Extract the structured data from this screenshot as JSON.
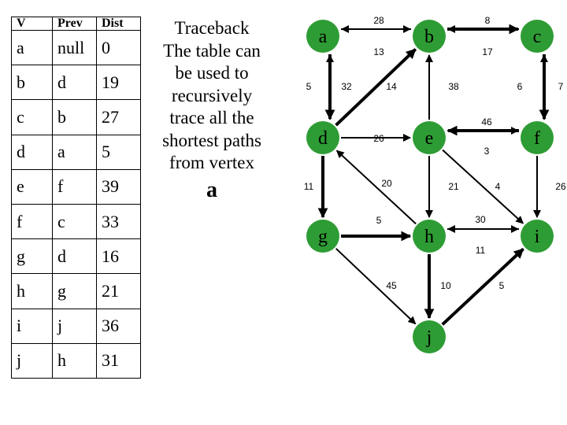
{
  "table": {
    "headers": [
      "V",
      "Prev",
      "Dist"
    ],
    "rows": [
      [
        "a",
        "null",
        "0"
      ],
      [
        "b",
        "d",
        "19"
      ],
      [
        "c",
        "b",
        "27"
      ],
      [
        "d",
        "a",
        "5"
      ],
      [
        "e",
        "f",
        "39"
      ],
      [
        "f",
        "c",
        "33"
      ],
      [
        "g",
        "d",
        "16"
      ],
      [
        "h",
        "g",
        "21"
      ],
      [
        "i",
        "j",
        "36"
      ],
      [
        "j",
        "h",
        "31"
      ]
    ]
  },
  "caption": {
    "lines": [
      "Traceback",
      "The table can",
      "be used to",
      "recursively",
      "trace all the",
      "shortest paths",
      "from vertex"
    ],
    "vertex": "a"
  },
  "graph": {
    "node_color": "#2e9c34",
    "nodes": [
      {
        "id": "a",
        "label": "a"
      },
      {
        "id": "b",
        "label": "b"
      },
      {
        "id": "c",
        "label": "c"
      },
      {
        "id": "d",
        "label": "d"
      },
      {
        "id": "e",
        "label": "e"
      },
      {
        "id": "f",
        "label": "f"
      },
      {
        "id": "g",
        "label": "g"
      },
      {
        "id": "h",
        "label": "h"
      },
      {
        "id": "i",
        "label": "i"
      },
      {
        "id": "j",
        "label": "j"
      }
    ],
    "edges": [
      {
        "from": "a",
        "to": "b",
        "weight": "28",
        "bold": false
      },
      {
        "from": "b",
        "to": "a",
        "weight": "13",
        "bold": false
      },
      {
        "from": "b",
        "to": "c",
        "weight": "8",
        "bold": true
      },
      {
        "from": "c",
        "to": "b",
        "weight": "17",
        "bold": false
      },
      {
        "from": "a",
        "to": "d",
        "weight": "5",
        "bold": true
      },
      {
        "from": "d",
        "to": "a",
        "weight": "32",
        "bold": false
      },
      {
        "from": "d",
        "to": "b",
        "weight": "14",
        "bold": true
      },
      {
        "from": "e",
        "to": "b",
        "weight": "38",
        "bold": false
      },
      {
        "from": "f",
        "to": "c",
        "weight": "6",
        "bold": false
      },
      {
        "from": "c",
        "to": "f",
        "weight": "7",
        "bold": true
      },
      {
        "from": "d",
        "to": "e",
        "weight": "26",
        "bold": false
      },
      {
        "from": "e",
        "to": "f",
        "weight": "46",
        "bold": false
      },
      {
        "from": "f",
        "to": "e",
        "weight": "3",
        "bold": true
      },
      {
        "from": "d",
        "to": "g",
        "weight": "11",
        "bold": true
      },
      {
        "from": "h",
        "to": "d",
        "weight": "20",
        "bold": false
      },
      {
        "from": "e",
        "to": "h",
        "weight": "21",
        "bold": false
      },
      {
        "from": "e",
        "to": "i",
        "weight": "4",
        "bold": false
      },
      {
        "from": "f",
        "to": "i",
        "weight": "26",
        "bold": false
      },
      {
        "from": "g",
        "to": "h",
        "weight": "5",
        "bold": true
      },
      {
        "from": "h",
        "to": "i",
        "weight": "30",
        "bold": false
      },
      {
        "from": "i",
        "to": "h",
        "weight": "11",
        "bold": false
      },
      {
        "from": "g",
        "to": "j",
        "weight": "45",
        "bold": false
      },
      {
        "from": "h",
        "to": "j",
        "weight": "10",
        "bold": true
      },
      {
        "from": "j",
        "to": "i",
        "weight": "5",
        "bold": true
      }
    ]
  }
}
